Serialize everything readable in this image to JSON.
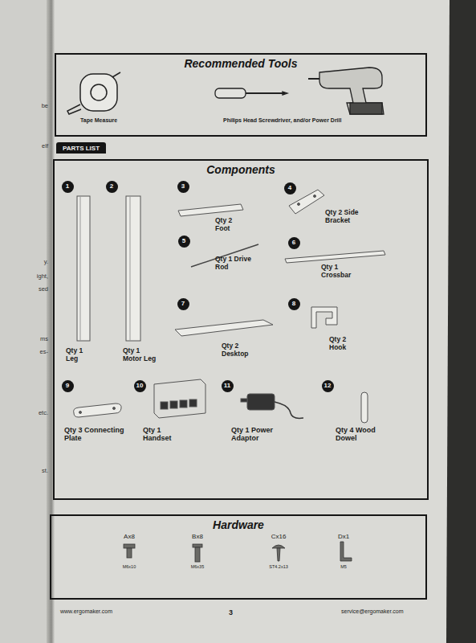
{
  "diagram": {
    "nodes": [
      {
        "text": [
          "Recommended Tools"
        ]
      },
      {
        "text": [
          "PARTS LIST"
        ]
      },
      {
        "text": [
          "Components"
        ]
      },
      {
        "text": [
          "1"
        ],
        "in": 2
      },
      {
        "text": [
          "2"
        ],
        "in": 2
      },
      {
        "text": [
          "3"
        ],
        "in": 2
      },
      {
        "text": [
          "4"
        ],
        "in": 2
      },
      {
        "text": [
          "5"
        ],
        "in": 2
      },
      {
        "text": [
          "6"
        ],
        "in": 2
      },
      {
        "text": [
          "7"
        ],
        "in": 2
      },
      {
        "text": [
          "8"
        ],
        "in": 2
      },
      {
        "text": [
          "9"
        ],
        "in": 2
      },
      {
        "text": [
          "10"
        ],
        "in": 2
      },
      {
        "text": [
          "11"
        ],
        "in": 2
      },
      {
        "text": [
          "12"
        ],
        "in": 2
      },
      {
        "text": [
          "Hardware"
        ]
      }
    ],
    "labels": [
      "Tape Measure",
      "Philips Head Screwdriver, and/or Power Drill",
      "Qty 1 Leg",
      "Qty 1 Motor Leg",
      "Qty 2 Foot",
      "Qty 2 Side Bracket",
      "Qty 1 Drive Rod",
      "Qty 1 Crossbar",
      "Qty 2 Desktop",
      "Qty 2 Hook",
      "Qty 3 Connecting Plate",
      "Qty 1 Handset",
      "Qty 1 Power Adaptor",
      "Qty 4 Wood Dowel",
      "Ax8",
      "M6x10",
      "Bx8",
      "M6x35",
      "Cx16",
      "ST4.2x13",
      "Dx1",
      "M5",
      "www.ergomaker.com",
      "3",
      "service@ergomaker.com",
      "be",
      "elf",
      "y.",
      "ight,",
      "sed",
      "ms",
      "es-",
      "etc.",
      "st."
    ]
  }
}
